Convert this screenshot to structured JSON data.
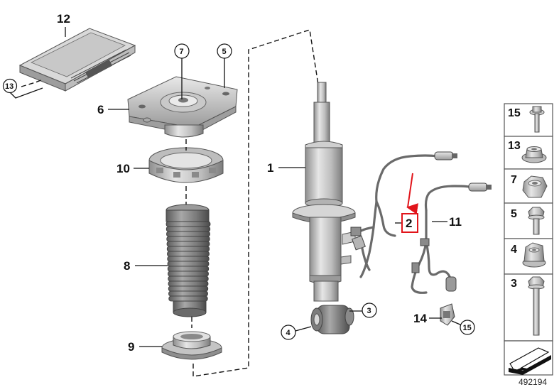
{
  "callouts": {
    "c1": "1",
    "c2": "2",
    "c3": "3",
    "c4": "4",
    "c5": "5",
    "c6": "6",
    "c7": "7",
    "c8": "8",
    "c9": "9",
    "c10": "10",
    "c11": "11",
    "c12": "12",
    "c13": "13",
    "c14": "14",
    "c15": "15"
  },
  "panel": {
    "p15": "15",
    "p13": "13",
    "p7": "7",
    "p5": "5",
    "p4": "4",
    "p3": "3"
  },
  "reference_number": "492194",
  "colors": {
    "highlight": "#e1151b",
    "line": "#111111",
    "metal": "#b8b8b8",
    "boot": "#707070"
  }
}
